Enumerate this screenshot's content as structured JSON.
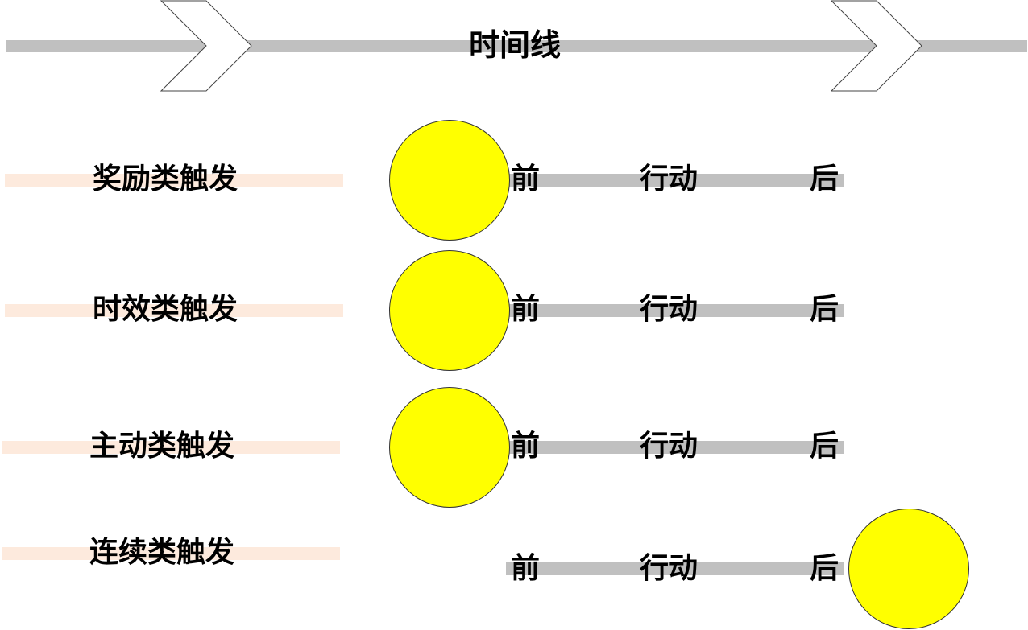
{
  "timeline": {
    "title": "时间线"
  },
  "stages": {
    "before": "前",
    "action": "行动",
    "after": "后"
  },
  "rows": [
    {
      "label": "奖励类触发",
      "marker_stage": "before"
    },
    {
      "label": "时效类触发",
      "marker_stage": "before"
    },
    {
      "label": "主动类触发",
      "marker_stage": "before"
    },
    {
      "label": "连续类触发",
      "marker_stage": "after"
    }
  ],
  "colors": {
    "timeline_bar": "#c0c0c0",
    "row_label_bar": "#fdeadd",
    "marker": "#ffff00",
    "text": "#000000"
  }
}
